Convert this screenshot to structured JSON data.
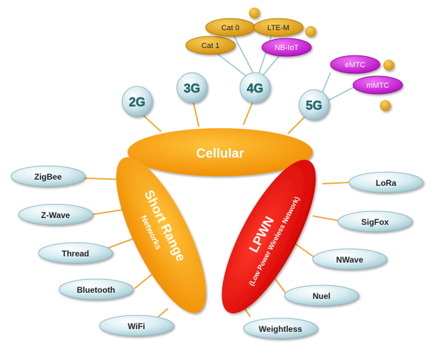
{
  "center": {
    "cellular": "Cellular",
    "short_range_title": "Short Range",
    "short_range_sub": "Networks",
    "lpwn_title": "LPWN",
    "lpwn_sub": "(Low Power Wireless Network)"
  },
  "generations": [
    "2G",
    "3G",
    "4G",
    "5G"
  ],
  "lte_4g": [
    "Cat 1",
    "Cat 0",
    "LTE-M",
    "NB-IoT"
  ],
  "lte_5g": [
    "eMTC",
    "mMTC"
  ],
  "short_range": [
    "ZigBee",
    "Z-Wave",
    "Thread",
    "Bluetooth",
    "WiFi"
  ],
  "lpwn": [
    "LoRa",
    "SigFox",
    "NWave",
    "Nuel",
    "Weightless"
  ],
  "colors": {
    "orange": "#f5a100",
    "red": "#ee1111",
    "pill": "#cfe8ee",
    "gold": "#e8a81c",
    "magenta": "#cc1fd6",
    "line_orange": "#f2a53a",
    "line_blue": "#a6cdd6",
    "gen_text": "#1f6f73"
  }
}
